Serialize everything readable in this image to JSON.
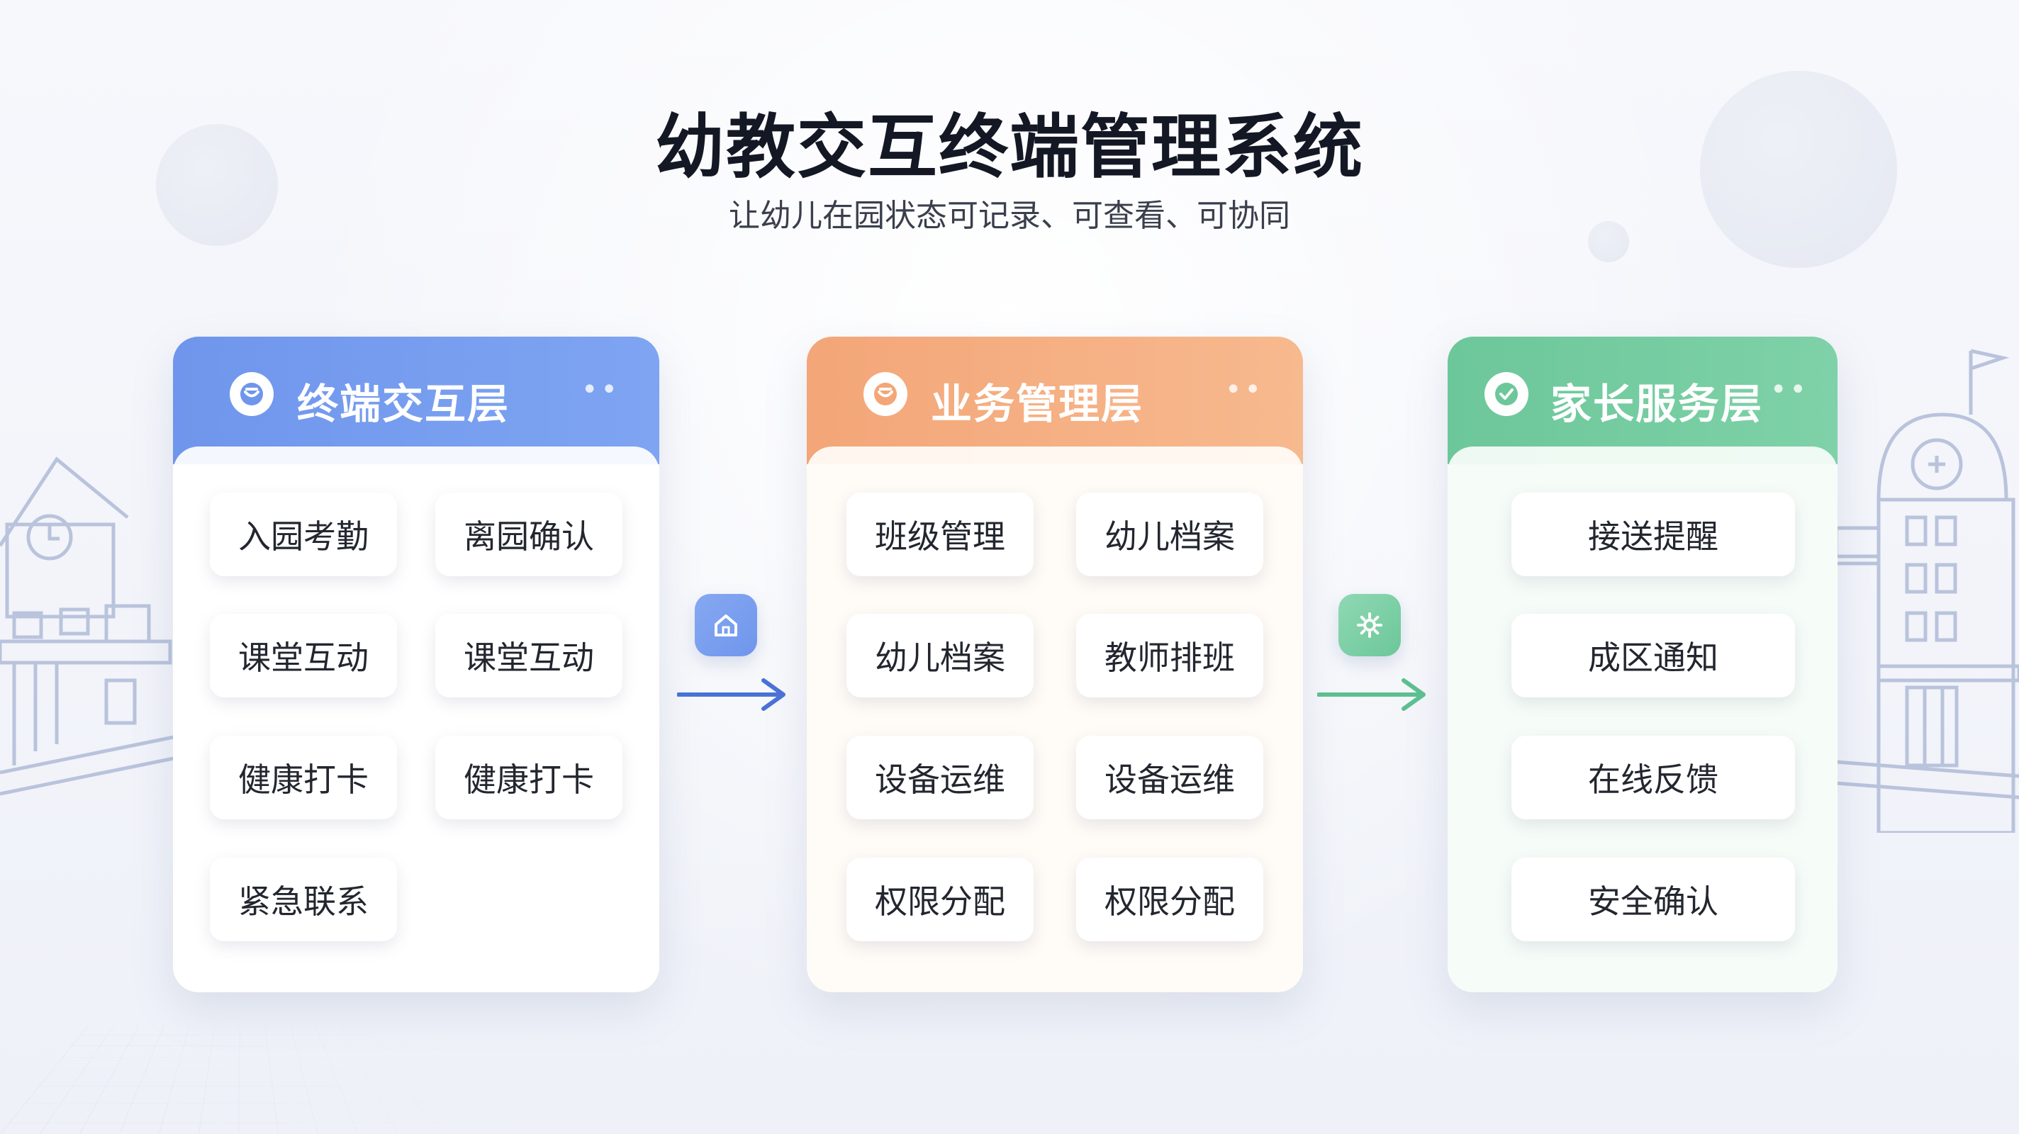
{
  "title": "幼教交互终端管理系统",
  "subtitle": "让幼儿在园状态可记录、可查看、可协同",
  "colors": {
    "blue": "#6f96ec",
    "orange": "#f3a678",
    "green": "#6cc79a",
    "arrow_blue": "#4a72d6",
    "arrow_green": "#5cbf8f"
  },
  "panels": [
    {
      "title": "终端交互层",
      "icon": "smile-badge-icon",
      "items": [
        "入园考勤",
        "离园确认",
        "课堂互动",
        "课堂互动",
        "健康打卡",
        "健康打卡",
        "紧急联系"
      ]
    },
    {
      "title": "业务管理层",
      "icon": "smile-badge-icon",
      "items": [
        "班级管理",
        "幼儿档案",
        "幼儿档案",
        "教师排班",
        "设备运维",
        "设备运维",
        "权限分配",
        "权限分配"
      ]
    },
    {
      "title": "家长服务层",
      "icon": "check-badge-icon",
      "items": [
        "接送提醒",
        "成区通知",
        "在线反馈",
        "安全确认"
      ]
    }
  ],
  "connectors": [
    {
      "icon": "home-icon"
    },
    {
      "icon": "gear-icon"
    }
  ]
}
